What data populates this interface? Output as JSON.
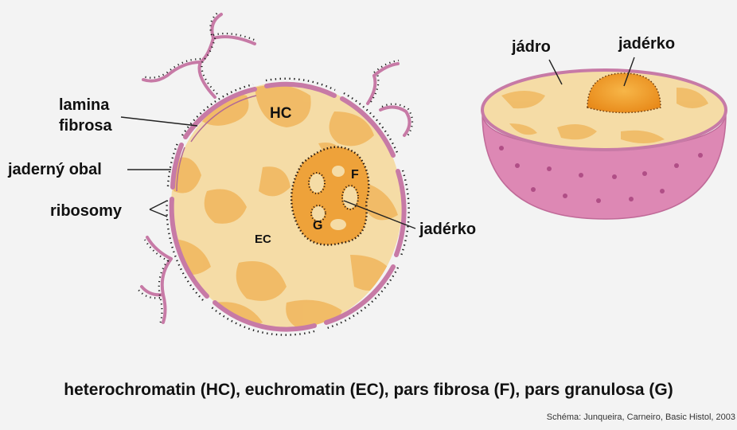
{
  "left_figure": {
    "labels": {
      "lamina_fibrosa_line1": "lamina",
      "lamina_fibrosa_line2": "fibrosa",
      "jaderny_obal": "jaderný obal",
      "ribosomy": "ribosomy",
      "jaderko": "jadérko"
    },
    "inner_labels": {
      "hc": "HC",
      "ec": "EC",
      "f": "F",
      "g": "G"
    }
  },
  "right_figure": {
    "labels": {
      "jadro": "jádro",
      "jaderko": "jadérko"
    }
  },
  "caption": "heterochromatin (HC), euchromatin (EC), pars fibrosa (F), pars granulosa (G)",
  "credit": "Schéma: Junqueira, Carneiro, Basic Histol, 2003",
  "colors": {
    "background": "#f3f3f3",
    "nucleoplasm": "#f5dca6",
    "chromatin": "#f0b65c",
    "envelope": "#c77aa6",
    "bowl_outer": "#dd88b4",
    "nucleolus": "#ee9a25"
  }
}
